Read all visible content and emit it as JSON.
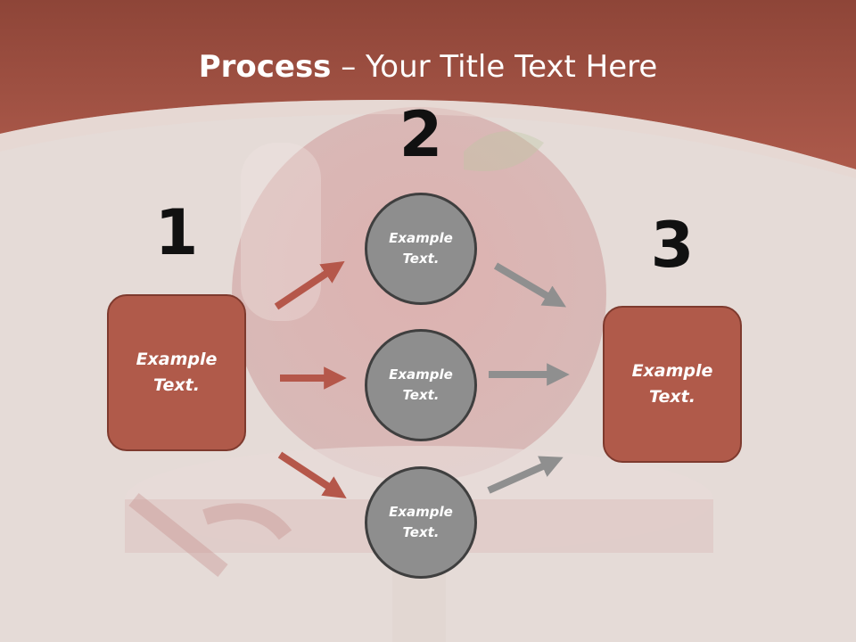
{
  "title": {
    "bold": "Process",
    "rest": " – Your Title Text Here"
  },
  "steps": {
    "one": {
      "number": "1",
      "text": "Example\nText."
    },
    "two": {
      "number": "2",
      "circles": [
        "Example\nText.",
        "Example\nText.",
        "Example\nText."
      ]
    },
    "three": {
      "number": "3",
      "text": "Example\nText."
    }
  },
  "colors": {
    "header": "#a9574a",
    "box_fill": "#b05a4a",
    "circle_fill": "#8e8e8e",
    "arrow_red": "#b5574a",
    "arrow_gray": "#8f8f8f"
  }
}
